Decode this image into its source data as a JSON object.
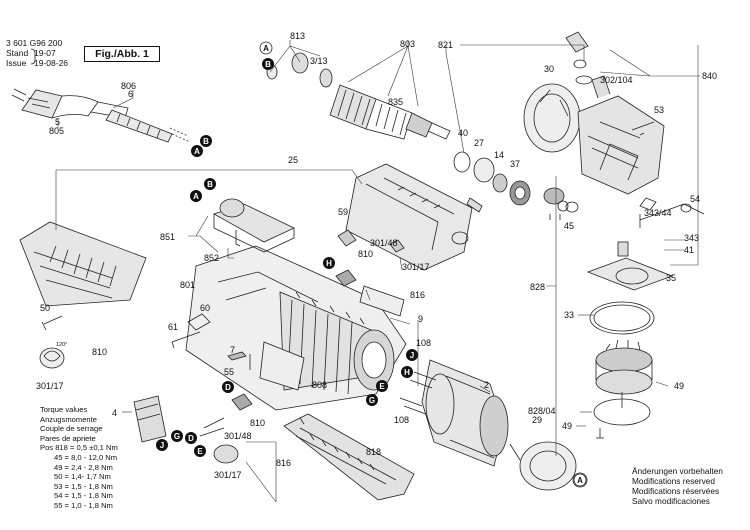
{
  "header": {
    "part_number": "3 601 G96 200",
    "stand_label": "Stand",
    "stand_value": "19-07",
    "issue_label": "Issue",
    "issue_value": "19-08-26",
    "figure_label": "Fig./Abb. 1"
  },
  "torque": {
    "lines": [
      "Torque values",
      "Anzugsmomente",
      "Couple de serrage",
      "Pares de apriete",
      "Pos 818 = 0,5 ±0,1 Nm",
      "45 = 8,0 - 12,0 Nm",
      "49 = 2,4 - 2,8 Nm",
      "50 = 1,4- 1,7 Nm",
      "53 = 1,5 - 1,8 Nm",
      "54 = 1,5 - 1,8 Nm",
      "55 = 1,0 - 1,8 Nm"
    ]
  },
  "notice": {
    "lines": [
      "Änderungen vorbehalten",
      "Modifications reserved",
      "Modifications réservées",
      "Salvo modificaciones"
    ]
  },
  "callouts": [
    {
      "id": "806",
      "label": "806"
    },
    {
      "id": "6",
      "label": "6"
    },
    {
      "id": "5",
      "label": "5"
    },
    {
      "id": "805",
      "label": "805"
    },
    {
      "id": "813",
      "label": "813"
    },
    {
      "id": "3-13",
      "label": "3/13"
    },
    {
      "id": "803",
      "label": "803"
    },
    {
      "id": "835",
      "label": "835"
    },
    {
      "id": "821",
      "label": "821"
    },
    {
      "id": "30",
      "label": "30"
    },
    {
      "id": "302-104",
      "label": "302/104"
    },
    {
      "id": "840",
      "label": "840"
    },
    {
      "id": "53",
      "label": "53"
    },
    {
      "id": "40",
      "label": "40"
    },
    {
      "id": "27",
      "label": "27"
    },
    {
      "id": "14",
      "label": "14"
    },
    {
      "id": "37",
      "label": "37"
    },
    {
      "id": "25",
      "label": "25"
    },
    {
      "id": "851",
      "label": "851"
    },
    {
      "id": "852",
      "label": "852"
    },
    {
      "id": "59",
      "label": "59"
    },
    {
      "id": "301-48-top",
      "label": "301/48"
    },
    {
      "id": "810-top",
      "label": "810"
    },
    {
      "id": "301-17-top",
      "label": "301/17"
    },
    {
      "id": "816-top",
      "label": "816"
    },
    {
      "id": "801",
      "label": "801"
    },
    {
      "id": "45",
      "label": "45"
    },
    {
      "id": "343-44",
      "label": "343/44"
    },
    {
      "id": "54",
      "label": "54"
    },
    {
      "id": "343",
      "label": "343"
    },
    {
      "id": "41",
      "label": "41"
    },
    {
      "id": "50",
      "label": "50"
    },
    {
      "id": "60",
      "label": "60"
    },
    {
      "id": "61",
      "label": "61"
    },
    {
      "id": "7",
      "label": "7"
    },
    {
      "id": "55",
      "label": "55"
    },
    {
      "id": "9",
      "label": "9"
    },
    {
      "id": "828",
      "label": "828"
    },
    {
      "id": "35",
      "label": "35"
    },
    {
      "id": "33",
      "label": "33"
    },
    {
      "id": "810-left",
      "label": "810"
    },
    {
      "id": "301-17-left",
      "label": "301/17"
    },
    {
      "id": "angle",
      "label": "120°"
    },
    {
      "id": "108-top",
      "label": "108"
    },
    {
      "id": "808",
      "label": "808"
    },
    {
      "id": "2",
      "label": "2"
    },
    {
      "id": "49-right",
      "label": "49"
    },
    {
      "id": "4",
      "label": "4"
    },
    {
      "id": "810-bottom",
      "label": "810"
    },
    {
      "id": "301-48-bottom",
      "label": "301/48"
    },
    {
      "id": "816-bottom",
      "label": "816"
    },
    {
      "id": "301-17-bottom",
      "label": "301/17"
    },
    {
      "id": "108-bottom",
      "label": "108"
    },
    {
      "id": "828-04",
      "label": "828/04"
    },
    {
      "id": "29",
      "label": "29"
    },
    {
      "id": "49-bottom",
      "label": "49"
    },
    {
      "id": "818",
      "label": "818"
    }
  ],
  "markers": [
    {
      "id": "A-top",
      "letter": "A"
    },
    {
      "id": "B-top",
      "letter": "B"
    },
    {
      "id": "B-plug",
      "letter": "B"
    },
    {
      "id": "A-plug",
      "letter": "A"
    },
    {
      "id": "B-851",
      "letter": "B"
    },
    {
      "id": "A-851",
      "letter": "A"
    },
    {
      "id": "H-mid",
      "letter": "H"
    },
    {
      "id": "J-mid",
      "letter": "J"
    },
    {
      "id": "H-right",
      "letter": "H"
    },
    {
      "id": "G-mid",
      "letter": "G"
    },
    {
      "id": "D-mid",
      "letter": "D"
    },
    {
      "id": "E-mid",
      "letter": "E"
    },
    {
      "id": "G-left",
      "letter": "G"
    },
    {
      "id": "J-left",
      "letter": "J"
    },
    {
      "id": "D-bottom",
      "letter": "D"
    },
    {
      "id": "E-bottom",
      "letter": "E"
    },
    {
      "id": "A-right",
      "letter": "A"
    }
  ]
}
